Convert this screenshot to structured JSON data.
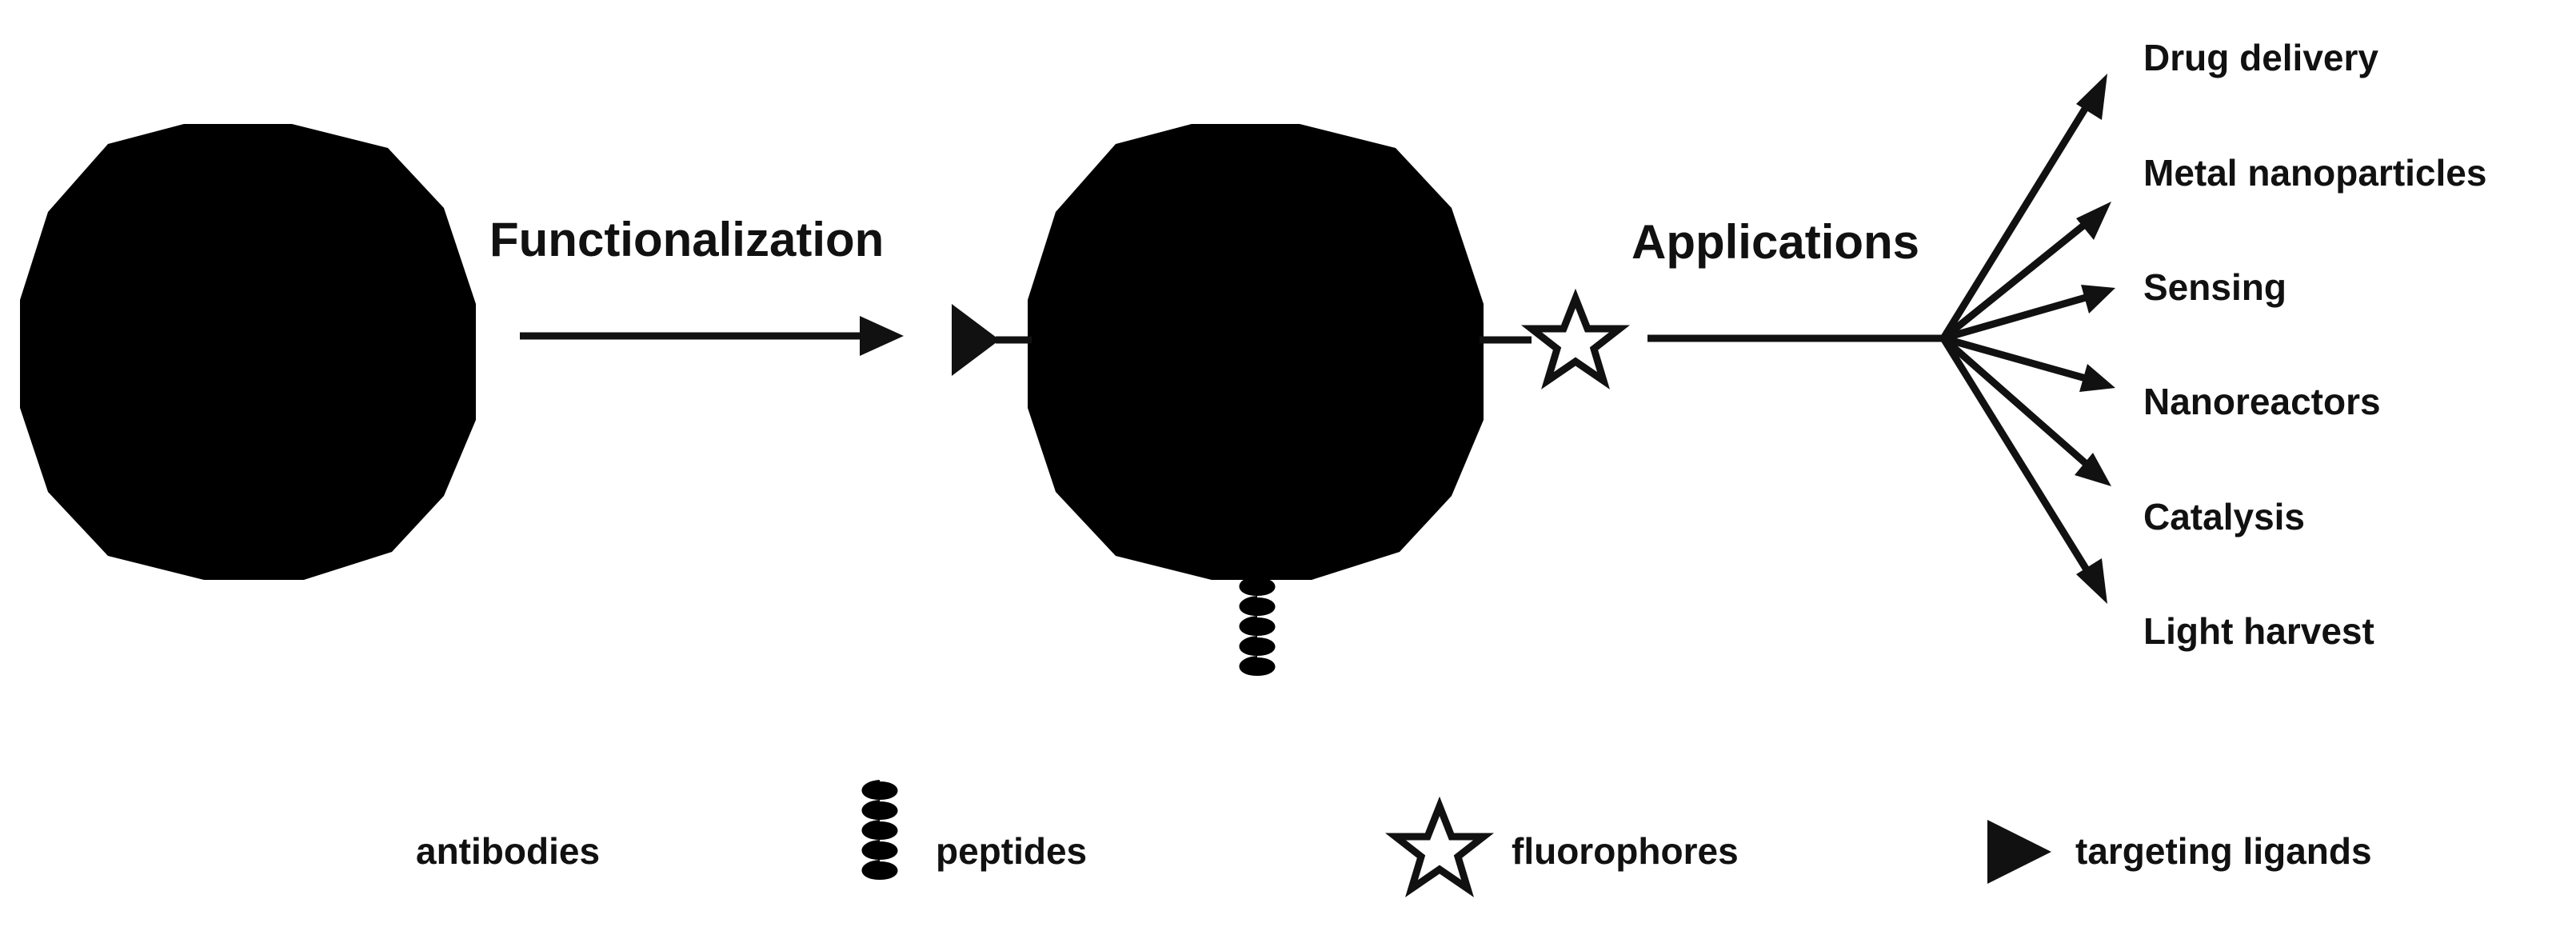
{
  "diagram": {
    "process": {
      "step1_label": "Functionalization",
      "step2_label": "Applications"
    },
    "applications": [
      "Drug delivery",
      "Metal nanoparticles",
      "Sensing",
      "Nanoreactors",
      "Catalysis",
      "Light harvest"
    ],
    "legend": {
      "antibodies": "antibodies",
      "peptides": "peptides",
      "fluorophores": "fluorophores",
      "targeting_ligands": "targeting ligands"
    },
    "icons": [
      "fullerene-cage-icon",
      "antibody-icon",
      "peptide-icon",
      "fluorophore-icon",
      "targeting-ligand-icon",
      "encapsulated-nanoparticle-icon"
    ],
    "colors": {
      "ink": "#111111",
      "background": "#ffffff",
      "core_light": "#f2f2f2",
      "core_dark": "#4a4a4a"
    }
  }
}
